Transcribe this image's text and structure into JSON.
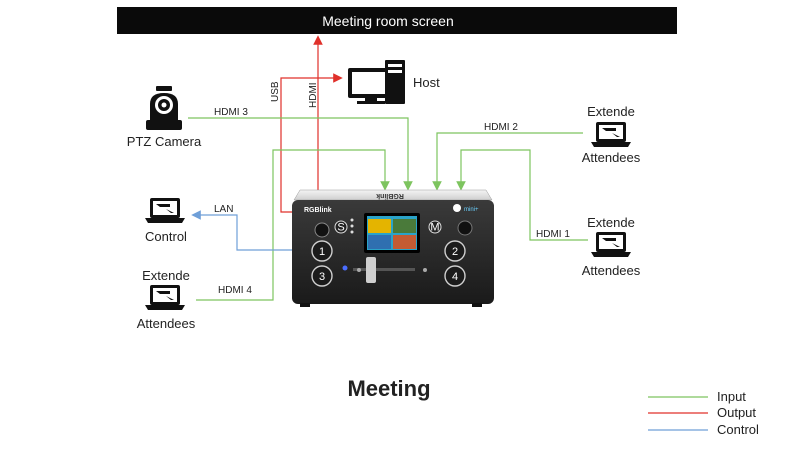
{
  "banner": {
    "text": "Meeting room screen"
  },
  "nodes": {
    "host": "Host",
    "ptz_camera": "PTZ Camera",
    "control": "Control",
    "extend_left_1": "Extende",
    "extend_left_2": "Attendees",
    "extend_right_top_1": "Extende",
    "extend_right_top_2": "Attendees",
    "extend_right_mid_1": "Extende",
    "extend_right_mid_2": "Attendees"
  },
  "links": {
    "usb": "USB",
    "hdmi_out": "HDMI",
    "hdmi3": "HDMI 3",
    "hdmi2": "HDMI 2",
    "hdmi1": "HDMI 1",
    "hdmi4": "HDMI 4",
    "lan": "LAN"
  },
  "device": {
    "brand": "RGBlink",
    "brand_top": "RGBlink",
    "model": "mini+",
    "buttons": [
      "1",
      "2",
      "3",
      "4",
      "S",
      "M"
    ]
  },
  "footer": {
    "title": "Meeting"
  },
  "legend": [
    {
      "label": "Input",
      "color": "#7dc45f"
    },
    {
      "label": "Output",
      "color": "#e0302a"
    },
    {
      "label": "Control",
      "color": "#6f9fd8"
    }
  ],
  "colors": {
    "input": "#7dc45f",
    "output": "#e0302a",
    "control": "#6f9fd8"
  }
}
